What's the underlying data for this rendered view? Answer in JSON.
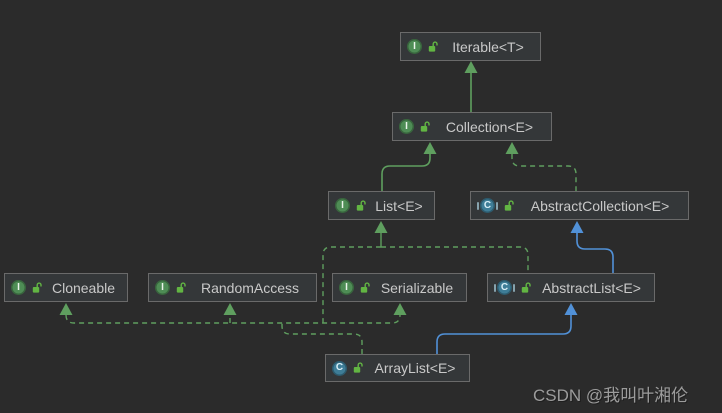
{
  "app": {
    "name": "UML class diagram — ArrayList hierarchy"
  },
  "colors": {
    "background": "#2b2b2b",
    "node_fill": "#343739",
    "node_border": "#6a6a6a",
    "node_text": "#c9c9c9",
    "interface_icon": "#4e8d55",
    "class_icon": "#3e7d97",
    "lock_icon": "#62b543",
    "edge_green": "#5f9f5f",
    "edge_blue": "#5191d8",
    "watermark": "#9c9c9c"
  },
  "icons": {
    "interface_letter": "I",
    "class_letter": "C",
    "lock": "public-lock"
  },
  "nodes": {
    "iterable": {
      "label": "Iterable<T>",
      "kind": "interface"
    },
    "collection": {
      "label": "Collection<E>",
      "kind": "interface"
    },
    "list": {
      "label": "List<E>",
      "kind": "interface"
    },
    "abstract_collection": {
      "label": "AbstractCollection<E>",
      "kind": "abstract-class"
    },
    "cloneable": {
      "label": "Cloneable",
      "kind": "interface"
    },
    "random_access": {
      "label": "RandomAccess",
      "kind": "interface"
    },
    "serializable": {
      "label": "Serializable",
      "kind": "interface"
    },
    "abstract_list": {
      "label": "AbstractList<E>",
      "kind": "abstract-class"
    },
    "arraylist": {
      "label": "ArrayList<E>",
      "kind": "class"
    }
  },
  "edges": [
    {
      "from": "Collection<E>",
      "to": "Iterable<T>",
      "relation": "extends",
      "style": "solid-green"
    },
    {
      "from": "List<E>",
      "to": "Collection<E>",
      "relation": "extends",
      "style": "solid-green"
    },
    {
      "from": "AbstractCollection<E>",
      "to": "Collection<E>",
      "relation": "implements",
      "style": "dashed-green"
    },
    {
      "from": "AbstractList<E>",
      "to": "List<E>",
      "relation": "implements",
      "style": "dashed-green"
    },
    {
      "from": "AbstractList<E>",
      "to": "AbstractCollection<E>",
      "relation": "extends",
      "style": "solid-blue"
    },
    {
      "from": "ArrayList<E>",
      "to": "List<E>",
      "relation": "implements",
      "style": "dashed-green"
    },
    {
      "from": "ArrayList<E>",
      "to": "Cloneable",
      "relation": "implements",
      "style": "dashed-green"
    },
    {
      "from": "ArrayList<E>",
      "to": "RandomAccess",
      "relation": "implements",
      "style": "dashed-green"
    },
    {
      "from": "ArrayList<E>",
      "to": "Serializable",
      "relation": "implements",
      "style": "dashed-green"
    },
    {
      "from": "ArrayList<E>",
      "to": "AbstractList<E>",
      "relation": "extends",
      "style": "solid-blue"
    }
  ],
  "watermark": {
    "text": "CSDN @我叫叶湘伦"
  }
}
